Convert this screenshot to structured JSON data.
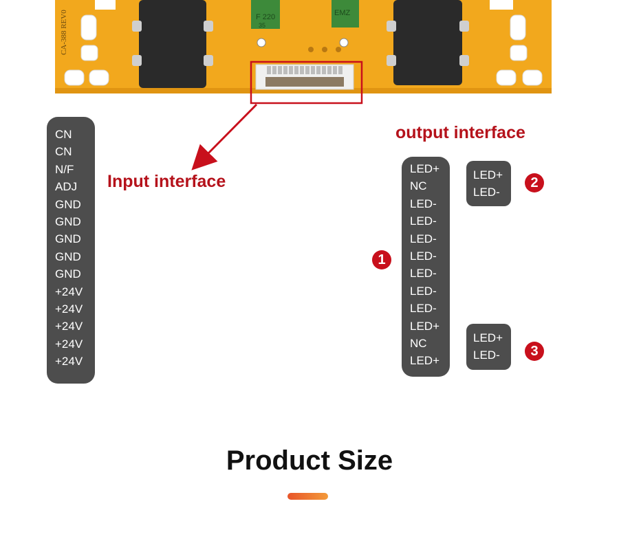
{
  "board": {
    "silkscreen_text": "CA-388 REV0",
    "capacitor_text": "F 220 35",
    "component_text": "EMZ",
    "highlight_color": "#c8101c"
  },
  "input_interface": {
    "label": "Input interface",
    "pins": [
      "CN",
      "CN",
      "N/F",
      "ADJ",
      "GND",
      "GND",
      "GND",
      "GND",
      "GND",
      "+24V",
      "+24V",
      "+24V",
      "+24V",
      "+24V"
    ]
  },
  "output_interface": {
    "label": "output interface",
    "groups": [
      {
        "number": "1",
        "pins": [
          "LED+",
          "NC",
          "LED-",
          "LED-",
          "LED-",
          "LED-",
          "LED-",
          "LED-",
          "LED-",
          "LED+",
          "NC",
          "LED+"
        ]
      },
      {
        "number": "2",
        "pins": [
          "LED+",
          "LED-"
        ]
      },
      {
        "number": "3",
        "pins": [
          "LED+",
          "LED-"
        ]
      }
    ]
  },
  "section": {
    "title": "Product Size",
    "accent_color": "#ee6a2e"
  }
}
